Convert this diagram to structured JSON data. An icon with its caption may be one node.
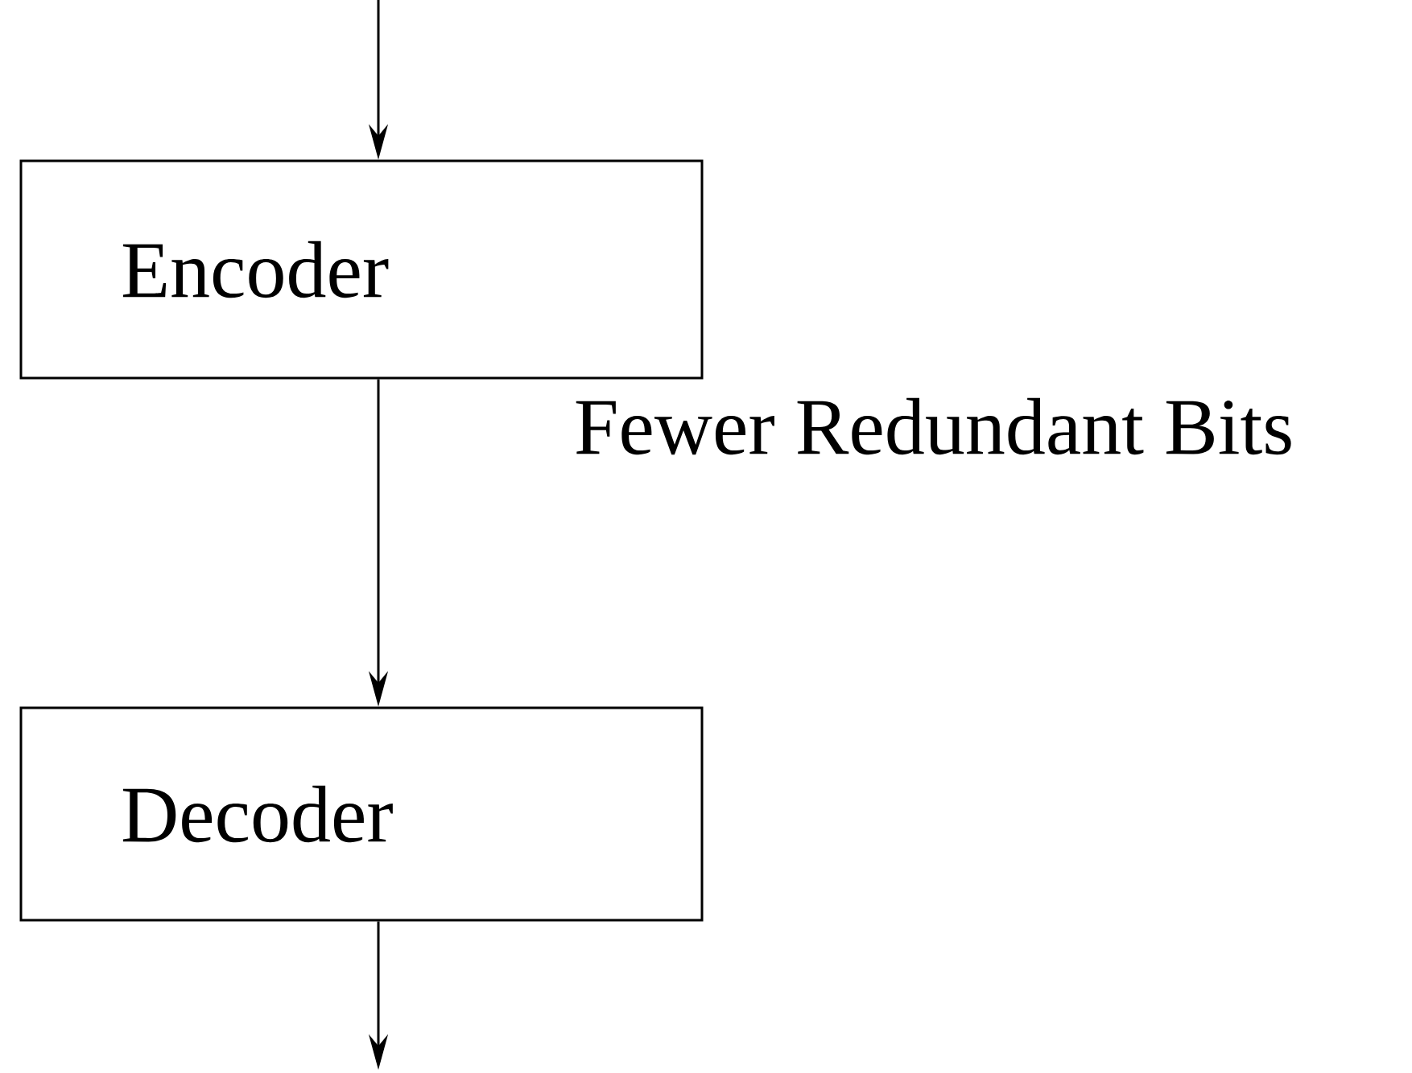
{
  "diagram": {
    "nodes": [
      {
        "text": [
          "Encoder"
        ]
      },
      {
        "text": [
          "Decoder"
        ]
      }
    ],
    "edges": [
      {
        "from": null,
        "to": 0,
        "arrow": "to"
      },
      {
        "from": 0,
        "to": 1,
        "arrow": "to",
        "label": "Fewer Redundant Bits"
      },
      {
        "from": 1,
        "to": null,
        "arrow": "to"
      }
    ]
  }
}
